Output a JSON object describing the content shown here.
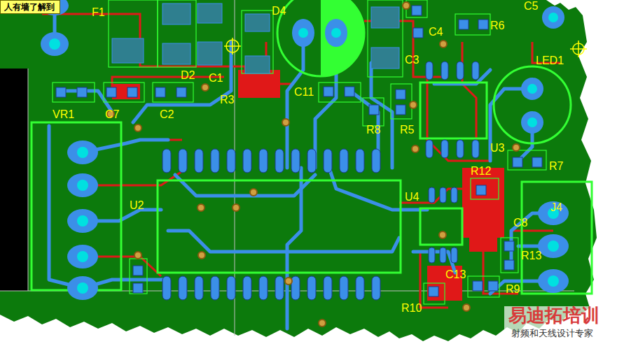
{
  "diagram": {
    "nodes": [
      {
        "text": [
          "人有墙了解到"
        ]
      }
    ],
    "labels": [
      "F1",
      "D4",
      "C5",
      "C4",
      "R6",
      "LED1",
      "D2",
      "C1",
      "R3",
      "C11",
      "C3",
      "VR1",
      "C7",
      "C2",
      "R8",
      "R5",
      "U3",
      "R7",
      "R12",
      "U2",
      "U4",
      "J4",
      "C8",
      "C13",
      "R13",
      "R9",
      "R10",
      "易迪拓培训",
      "射频和天线设计专家"
    ]
  }
}
